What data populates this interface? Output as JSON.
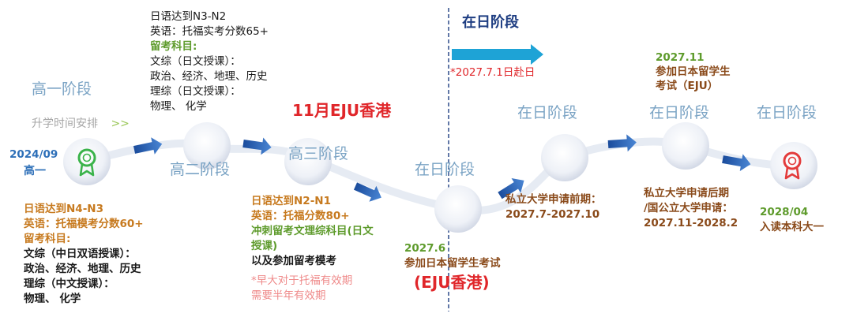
{
  "top_block": {
    "line1": "日语达到N3-N2",
    "line2": "英语：托福实考分数65+",
    "line3": "留考科目:",
    "line4": "文综（日文授课）：",
    "line5": "政治、经济、地理、历史",
    "line6": "理综（日文授课）：",
    "line7": "物理、 化学"
  },
  "header_japan": "在日阶段",
  "arrival_note": "*2027.7.1日赴日",
  "stage_grade1": "高一阶段",
  "schedule_label": "升学时间安排",
  "schedule_arrows": ">>",
  "eju_hk_nov": "11月EJU香港",
  "grade1_date": "2024/09",
  "grade1_label": "高一",
  "stage_grade2": "高二阶段",
  "stage_grade3": "高三阶段",
  "stage_japan_1": "在日阶段",
  "stage_japan_2": "在日阶段",
  "stage_japan_3": "在日阶段",
  "stage_japan_4": "在日阶段",
  "eju_nov": {
    "date": "2027.11",
    "line1": "参加日本留学生",
    "line2": "考试（EJU）"
  },
  "private_early": {
    "line1": "私立大学申请前期：",
    "line2": "2027.7-2027.10"
  },
  "private_late": {
    "line1": "私立大学申请后期",
    "line2": "/国公立大学申请：",
    "line3": "2027.11-2028.2"
  },
  "enroll": {
    "date": "2028/04",
    "label": "入读本科大一"
  },
  "bottom_left": {
    "line1": "日语达到N4-N3",
    "line2": "英语：托福模考分数60+",
    "line3": "留考科目:",
    "line4": "文综（中日双语授课）：",
    "line5": "政治、经济、地理、历史",
    "line6": "理综（中文授课）：",
    "line7": "物理、 化学"
  },
  "bottom_mid": {
    "line1": "日语达到N2-N1",
    "line2": "英语：托福分数80+",
    "line3": "冲刺留考文理综科目(日文",
    "line4": "授课)",
    "line5": "以及参加留考模考",
    "note1": "*早大对于托福有效期",
    "note2": "需要半年有效期"
  },
  "eju_june": {
    "date": "2027.6",
    "label": "参加日本留学生考试"
  },
  "eju_hk_june": "(EJU香港)",
  "colors": {
    "stage": "#7aa3c4",
    "arrow": "#2f66b8",
    "divider": "#1f3e82",
    "orange": "#c77a1f",
    "green": "#5e9b2c",
    "red": "#e0262a"
  },
  "icons": [
    "award-ribbon-icon-green",
    "award-ribbon-icon-red"
  ]
}
